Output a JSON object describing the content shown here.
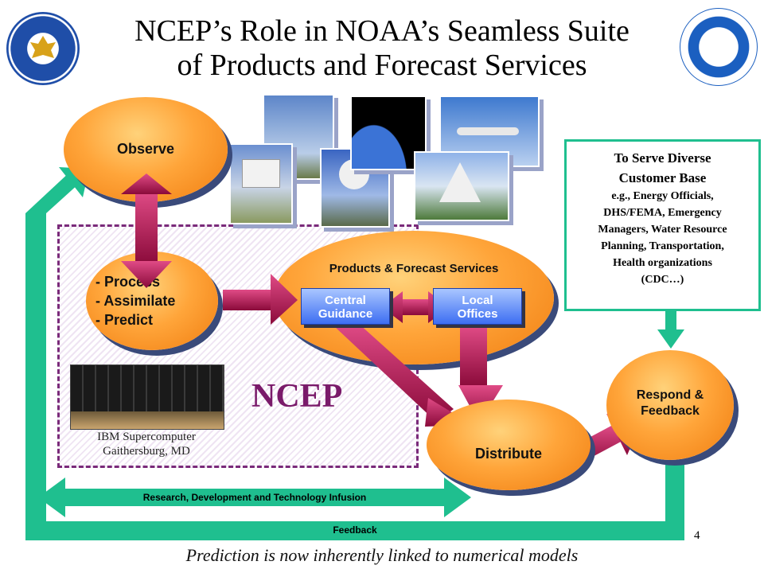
{
  "title": {
    "line1": "NCEP’s Role in NOAA’s Seamless Suite",
    "line2": "of Products and Forecast Services"
  },
  "nodes": {
    "observe": "Observe",
    "process": [
      "- Process",
      "- Assimilate",
      "- Predict"
    ],
    "products": "Products & Forecast Services",
    "central_guidance": [
      "Central",
      "Guidance"
    ],
    "local_offices": [
      "Local",
      "Offices"
    ],
    "distribute": "Distribute",
    "respond": [
      "Respond &",
      "Feedback"
    ],
    "ncep": "NCEP"
  },
  "supercomputer_caption": [
    "IBM Supercomputer",
    "Gaithersburg, MD"
  ],
  "serve_box": {
    "heading": [
      "To Serve Diverse",
      "Customer Base"
    ],
    "body": [
      "e.g., Energy Officials,",
      "DHS/FEMA, Emergency",
      "Managers, Water Resource",
      "Planning, Transportation,",
      "Health organizations",
      "(CDC…)"
    ]
  },
  "bars": {
    "research": "Research, Development and Technology Infusion",
    "feedback": "Feedback"
  },
  "footer": "Prediction is now inherently linked to numerical models",
  "page_number": "4",
  "colors": {
    "teal": "#1fbf8f",
    "magenta": "#c0124f",
    "dashed_border": "#7a2a7a",
    "blue_button": "#3d6ef2"
  }
}
